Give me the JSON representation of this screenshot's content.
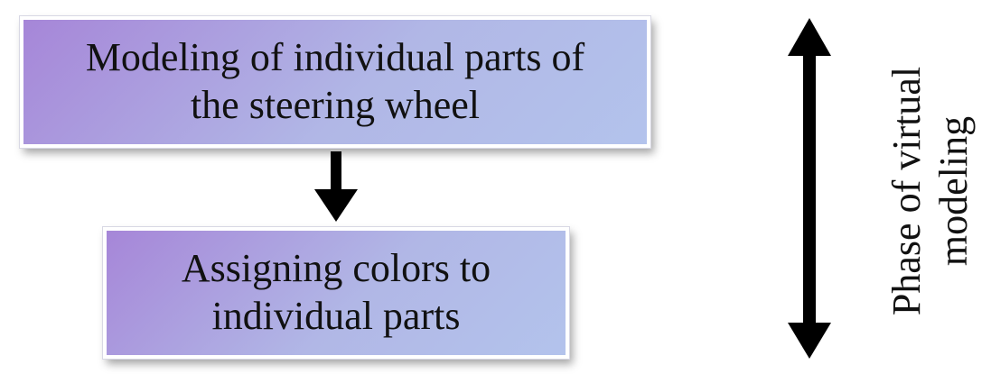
{
  "boxes": [
    {
      "lines": [
        "Modeling of individual parts of",
        "the steering wheel"
      ]
    },
    {
      "lines": [
        "Assigning colors to",
        "individual parts"
      ]
    }
  ],
  "side_label": {
    "lines": [
      "Phase of virtual",
      "modeling"
    ]
  },
  "colors": {
    "box_gradient_start": "#a686d8",
    "box_gradient_end": "#b3c3ec",
    "arrow": "#000000",
    "text": "#111111"
  }
}
